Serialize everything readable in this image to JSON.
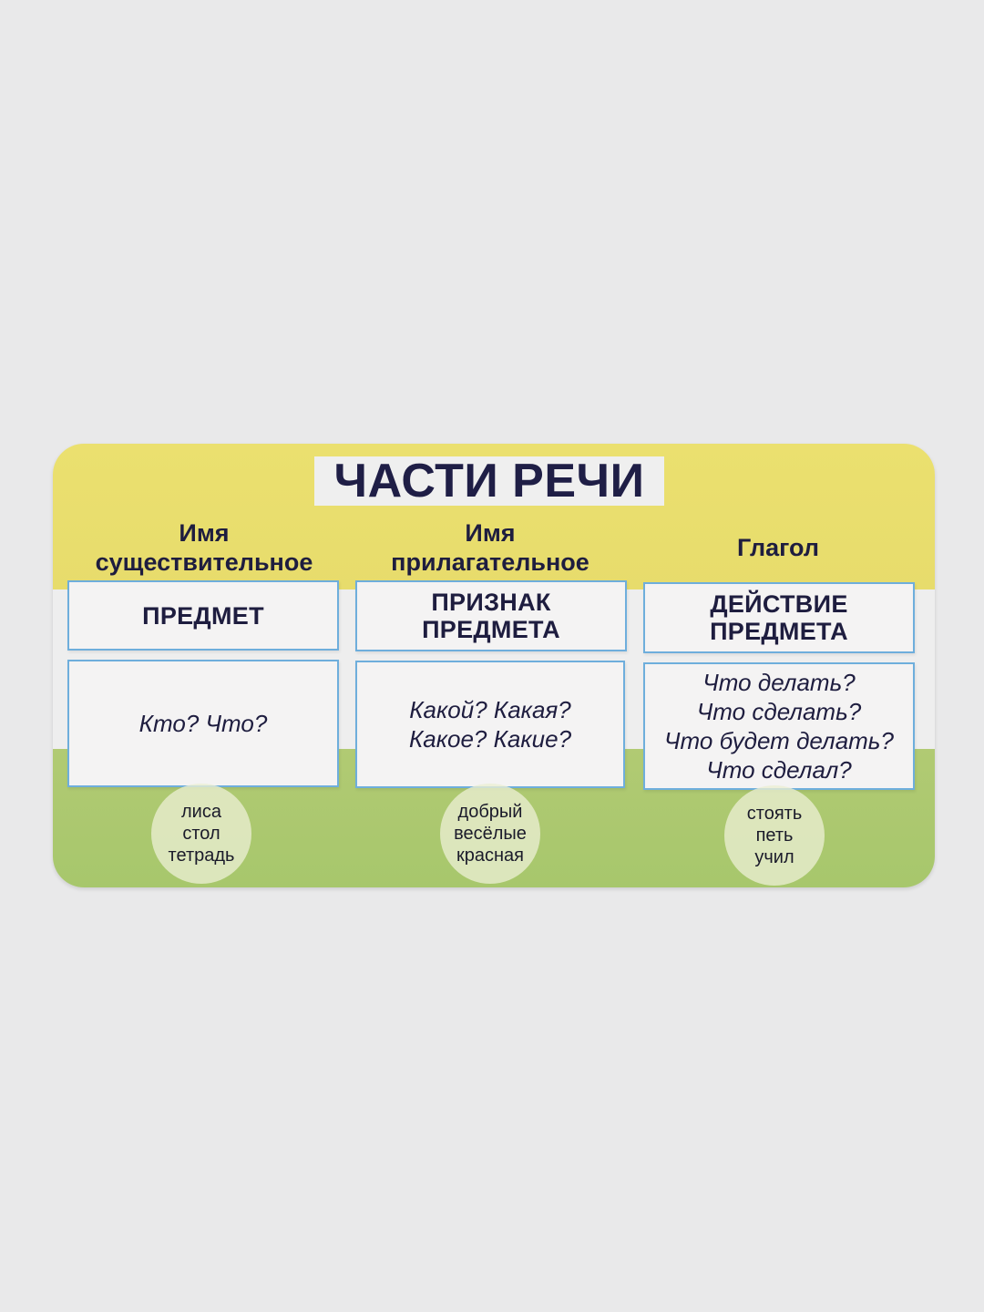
{
  "title": "ЧАСТИ РЕЧИ",
  "columns": [
    {
      "heading": [
        "Имя",
        "существительное"
      ],
      "meaning": [
        "ПРЕДМЕТ"
      ],
      "questions": [
        "Кто? Что?"
      ],
      "examples": [
        "лиса",
        "стол",
        "тетрадь"
      ]
    },
    {
      "heading": [
        "Имя",
        "прилагательное"
      ],
      "meaning": [
        "ПРИЗНАК",
        "ПРЕДМЕТА"
      ],
      "questions": [
        "Какой? Какая?",
        "Какое? Какие?"
      ],
      "examples": [
        "добрый",
        "весёлые",
        "красная"
      ]
    },
    {
      "heading": [
        "Глагол"
      ],
      "meaning": [
        "ДЕЙСТВИЕ",
        "ПРЕДМЕТА"
      ],
      "questions": [
        "Что делать?",
        "Что сделать?",
        "Что будет делать?",
        "Что сделал?"
      ],
      "examples": [
        "стоять",
        "петь",
        "учил"
      ]
    }
  ],
  "colors": {
    "background": "#e9e9ea",
    "top_band": "#ebe06f",
    "middle_band": "#eeeeee",
    "bottom_band": "#a7c76c",
    "box_border": "#6eaedc",
    "text": "#1e1d3f"
  }
}
